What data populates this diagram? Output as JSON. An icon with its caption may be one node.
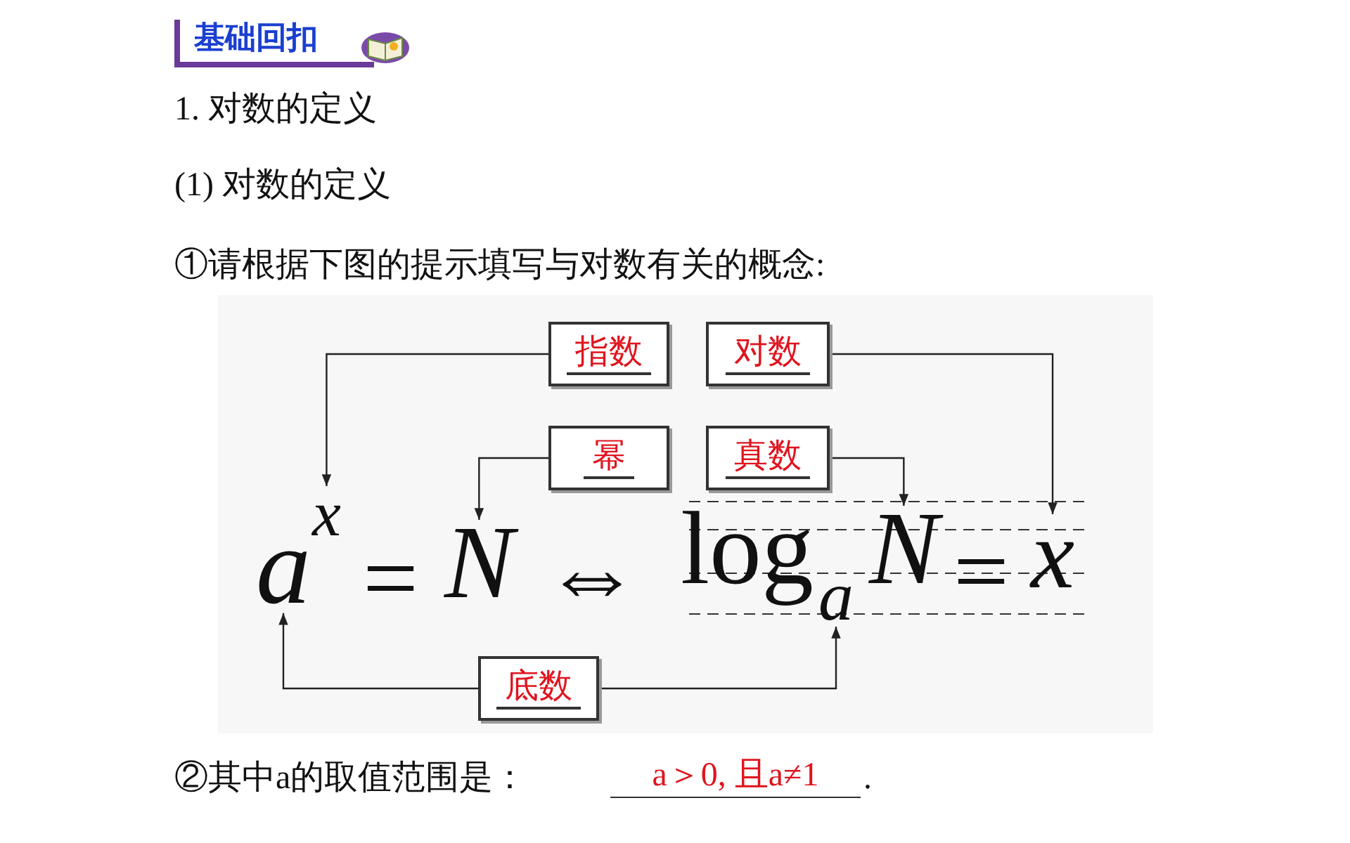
{
  "diagram": {
    "nodes": [
      {
        "text": [
          "指数"
        ]
      },
      {
        "text": [
          "对数"
        ]
      },
      {
        "text": [
          "幂"
        ]
      },
      {
        "text": [
          "真数"
        ]
      },
      {
        "text": [
          "底数"
        ]
      },
      {
        "text": [
          "a"
        ]
      },
      {
        "text": [
          "x"
        ]
      },
      {
        "text": [
          "N"
        ]
      },
      {
        "text": [
          "a"
        ]
      },
      {
        "text": [
          "N"
        ]
      },
      {
        "text": [
          "x"
        ]
      }
    ],
    "edges": [
      {
        "from": 0,
        "to": 6,
        "arrow": "to"
      },
      {
        "from": 1,
        "to": 10,
        "arrow": "to"
      },
      {
        "from": 2,
        "to": 7,
        "arrow": "to"
      },
      {
        "from": 3,
        "to": 9,
        "arrow": "to"
      },
      {
        "from": 4,
        "to": 5,
        "arrow": "to"
      },
      {
        "from": 4,
        "to": 8,
        "arrow": "to"
      }
    ],
    "labels": [
      "基础回扣",
      "1. 对数的定义",
      "(1) 对数的定义",
      "①请根据下图的提示填写与对数有关的概念:",
      "=",
      "⇔",
      "log",
      "=",
      "②其中a的取值范围是：",
      "a＞0, 且a≠1",
      "."
    ]
  }
}
